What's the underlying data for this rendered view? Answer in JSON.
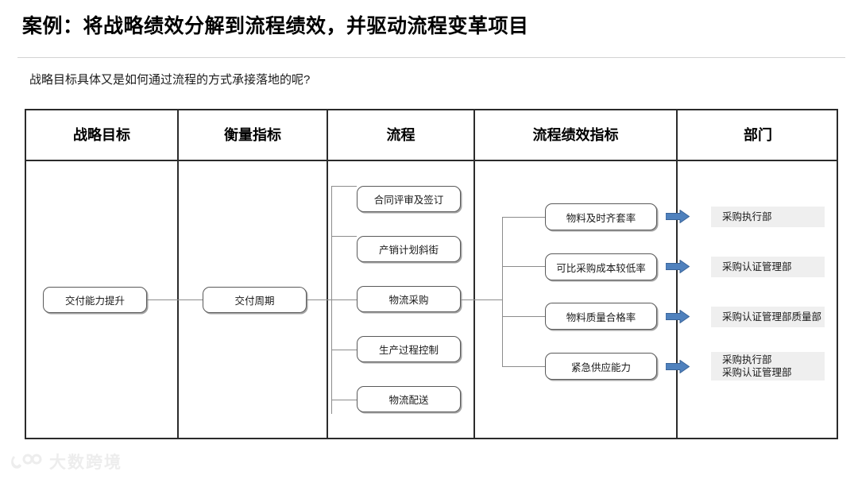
{
  "slide": {
    "title": "案例：将战略绩效分解到流程绩效，并驱动流程变革项目",
    "subtitle": "战略目标具体又是如何通过流程的方式承接落地的呢?"
  },
  "table": {
    "headers": [
      {
        "label": "战略目标"
      },
      {
        "label": "衡量指标"
      },
      {
        "label": "流程"
      },
      {
        "label": "流程绩效指标"
      },
      {
        "label": "部门"
      }
    ]
  },
  "strategy": {
    "goal": "交付能力提升"
  },
  "measure": {
    "metric": "交付周期"
  },
  "processes": [
    {
      "label": "合同评审及签订"
    },
    {
      "label": "产销计划斜街"
    },
    {
      "label": "物流采购"
    },
    {
      "label": "生产过程控制"
    },
    {
      "label": "物流配送"
    }
  ],
  "kpis": [
    {
      "label": "物料及时齐套率"
    },
    {
      "label": "可比采购成本较低率"
    },
    {
      "label": "物料质量合格率"
    },
    {
      "label": "紧急供应能力"
    }
  ],
  "departments": [
    {
      "line1": "采购执行部",
      "line2": ""
    },
    {
      "line1": "采购认证管理部",
      "line2": ""
    },
    {
      "line1": "采购认证管理部质量部",
      "line2": ""
    },
    {
      "line1": "采购执行部",
      "line2": "采购认证管理部"
    }
  ],
  "icons": {
    "arrow": "right-arrow-icon"
  },
  "colors": {
    "arrow_fill": "#4f81bd",
    "arrow_stroke": "#3a6499",
    "dept_background": "#efefef",
    "table_border": "#2b2b2b",
    "connector": "#8c8c8c"
  },
  "watermark": {
    "text": "大数跨境"
  }
}
